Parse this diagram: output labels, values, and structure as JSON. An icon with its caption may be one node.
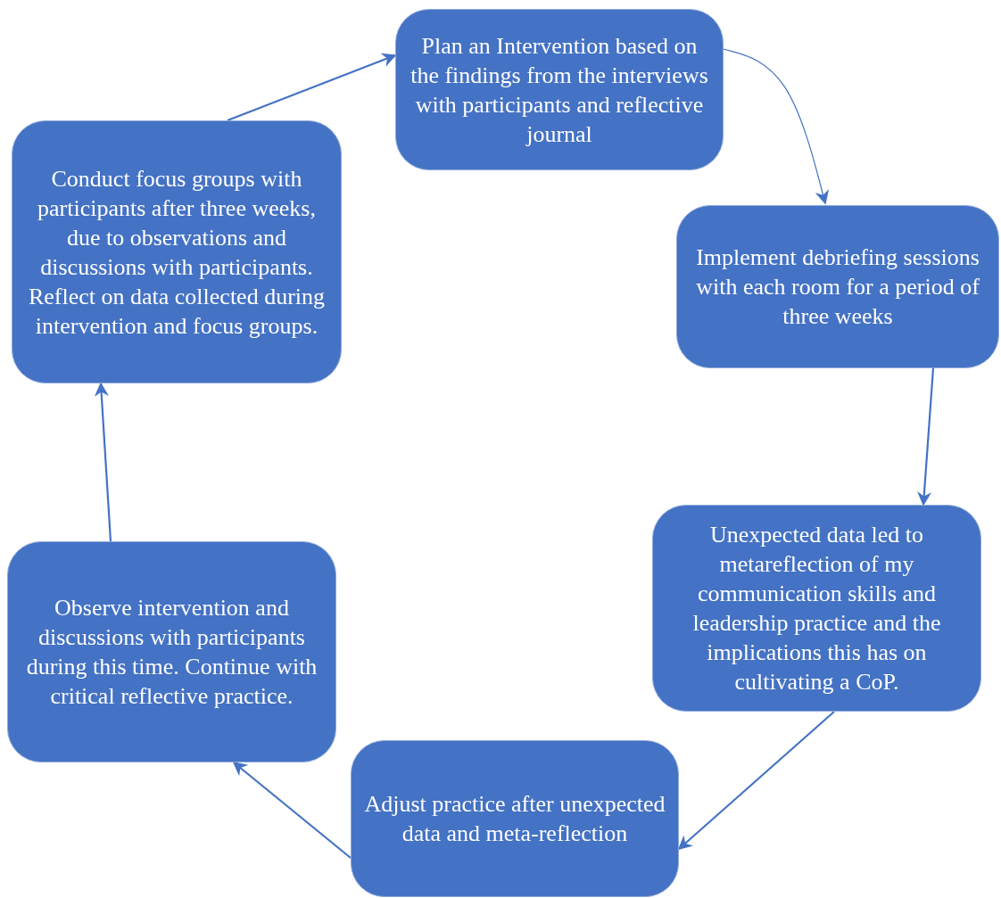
{
  "diagram": {
    "nodes": [
      {
        "text": [
          "Plan an Intervention based on the findings from the interviews with participants and reflective journal"
        ]
      },
      {
        "text": [
          "Conduct focus groups with participants after three weeks, due to observations and discussions with participants. Reflect on data collected during intervention and focus groups."
        ]
      },
      {
        "text": [
          "Implement debriefing sessions with each room for a period of three weeks"
        ]
      },
      {
        "text": [
          "Unexpected data led to metareflection of my communication skills and leadership practice and the implications this has on cultivating a CoP."
        ]
      },
      {
        "text": [
          "Observe intervention and discussions with participants during this time. Continue with critical reflective practice."
        ]
      },
      {
        "text": [
          "Adjust practice after unexpected data and meta-reflection"
        ]
      }
    ],
    "edges": [
      {
        "from": 0,
        "to": 2,
        "arrow": "to"
      },
      {
        "from": 2,
        "to": 3,
        "arrow": "to"
      },
      {
        "from": 3,
        "to": 5,
        "arrow": "to"
      },
      {
        "from": 5,
        "to": 4,
        "arrow": "to"
      },
      {
        "from": 4,
        "to": 1,
        "arrow": "to"
      },
      {
        "from": 1,
        "to": 0,
        "arrow": "to"
      }
    ]
  }
}
